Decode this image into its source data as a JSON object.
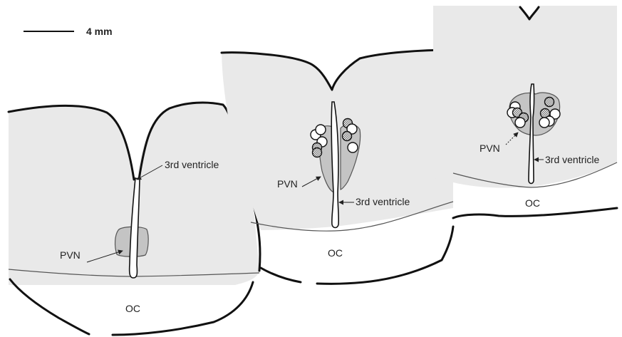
{
  "scale_bar": {
    "label": "4 mm"
  },
  "panels": [
    {
      "id": "left",
      "labels": {
        "ventricle": "3rd ventricle",
        "pvn": "PVN",
        "oc": "OC"
      }
    },
    {
      "id": "middle",
      "labels": {
        "ventricle": "3rd ventricle",
        "pvn": "PVN",
        "oc": "OC"
      }
    },
    {
      "id": "right",
      "labels": {
        "ventricle": "3rd ventricle",
        "pvn": "PVN",
        "oc": "OC"
      }
    }
  ],
  "markers": {
    "open_color": "#ffffff",
    "hatched_color": "#bdbdbd"
  }
}
